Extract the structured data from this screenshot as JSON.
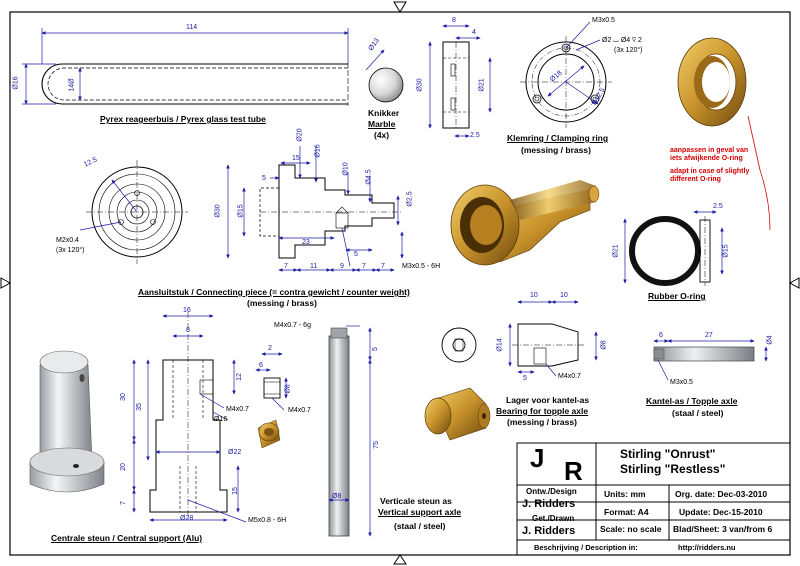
{
  "colors": {
    "dimension": "#1a1aa8",
    "outline": "#000000",
    "brass": "#c8922a",
    "steel": "#b8bcc0",
    "note": "#d40000"
  },
  "parts": {
    "test_tube": {
      "title": "Pyrex reageerbuis / Pyrex glass test tube",
      "dims": {
        "length": "114",
        "outer": "Ø16",
        "inner": "14Ø"
      }
    },
    "marble": {
      "title_nl": "Knikker",
      "title_en": "Marble",
      "count": "(4x)",
      "dim": "Ø13"
    },
    "clamping_ring": {
      "title": "Klemring / Clamping ring",
      "material": "(messing / brass)",
      "dims": {
        "w8": "8",
        "w4": "4",
        "d30": "Ø30",
        "d21": "Ø21",
        "t25": "2.5",
        "d18": "Ø18",
        "r125": "R12.5"
      },
      "callout1": "M3x0.5",
      "callout2": "Ø2 ⌴ Ø4 ⊽ 2",
      "callout3": "(3x 120°)"
    },
    "o_ring_note": {
      "nl1": "aanpassen in geval van",
      "nl2": "iets afwijkende O-ring",
      "en1": "adapt in case of slightly",
      "en2": "different O-ring"
    },
    "rubber_o_ring": {
      "title": "Rubber O-ring",
      "dims": {
        "t": "2.5",
        "outer": "Ø21",
        "inner": "Ø15"
      }
    },
    "connecting_piece": {
      "title": "Aansluitstuk / Connecting piece (= contra gewicht / counter weight)",
      "material": "(messing / brass)",
      "front_dims": {
        "r": "12.5",
        "thread": "M2x0.4",
        "pattern": "(3x 120°)"
      },
      "dims": {
        "d20": "Ø20",
        "d16": "Ø16",
        "w15": "15",
        "d10": "Ø10",
        "d45": "Ø4.5",
        "d25": "Ø2.5",
        "w5": "5",
        "d30": "Ø30",
        "d15": "Ø15",
        "w23": "23",
        "w5b": "5",
        "w7a": "7",
        "w11": "11",
        "w9": "9",
        "w7b": "7",
        "w7c": "7",
        "thread": "M3x0.5 - 6H"
      }
    },
    "central_support": {
      "title": "Centrale steun / Central support (Alu)",
      "dims": {
        "w16": "16",
        "w8": "8",
        "h30": "30",
        "h35": "35",
        "h12": "12",
        "d16": "Ø16",
        "thread1": "M4x0.7",
        "d22": "Ø22",
        "h20": "20",
        "h15": "15",
        "h7": "7",
        "d28": "Ø28",
        "thread2": "M5x0.8 - 6H",
        "t2": "2",
        "t6": "6",
        "d8": "Ø8",
        "thread3": "M4x0.7"
      }
    },
    "vertical_axle": {
      "title_nl": "Verticale steun as",
      "title_en": "Vertical support axle",
      "material": "(staal / steel)",
      "dims": {
        "thread": "M4x0.7 - 6g",
        "h5": "5",
        "h75": "75",
        "d8": "Ø8"
      }
    },
    "bearing": {
      "title_nl": "Lager voor kantel-as",
      "title_en": "Bearing for topple axle",
      "material": "(messing / brass)",
      "dims": {
        "w10a": "10",
        "w10b": "10",
        "d14": "Ø14",
        "d8": "Ø8",
        "w5": "5",
        "thread": "M4x0.7"
      }
    },
    "topple_axle": {
      "title": "Kantel-as / Topple axle",
      "material": "(staal / steel)",
      "dims": {
        "w6": "6",
        "w27": "27",
        "d4": "Ø4",
        "thread": "M3x0.5"
      }
    }
  },
  "title_block": {
    "logo_j": "J",
    "logo_r": "R",
    "project1": "Stirling \"Onrust\"",
    "project2": "Stirling \"Restless\"",
    "design_label": "Ontw./Design",
    "design_name": "J. Ridders",
    "drawn_label": "Get./Drawn",
    "drawn_name": "J. Ridders",
    "units": "Units: mm",
    "format": "Format: A4",
    "scale": "Scale: no scale",
    "org_date": "Org. date: Dec-03-2010",
    "update": "Update: Dec-15-2010",
    "sheet": "Blad/Sheet: 3 van/from 6",
    "description_label": "Beschrijving / Description in:",
    "url": "http://ridders.nu"
  }
}
